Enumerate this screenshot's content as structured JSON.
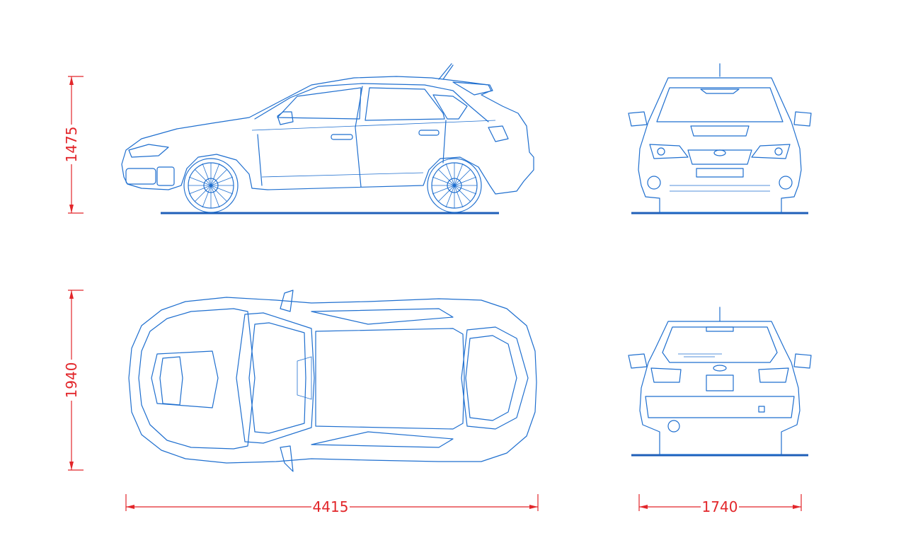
{
  "dimensions": {
    "height": "1475",
    "width": "1940",
    "length": "4415",
    "track": "1740"
  },
  "colors": {
    "drawing": "#1f6fcf",
    "ground": "#1f5fb8",
    "dimension": "#e2262a"
  }
}
